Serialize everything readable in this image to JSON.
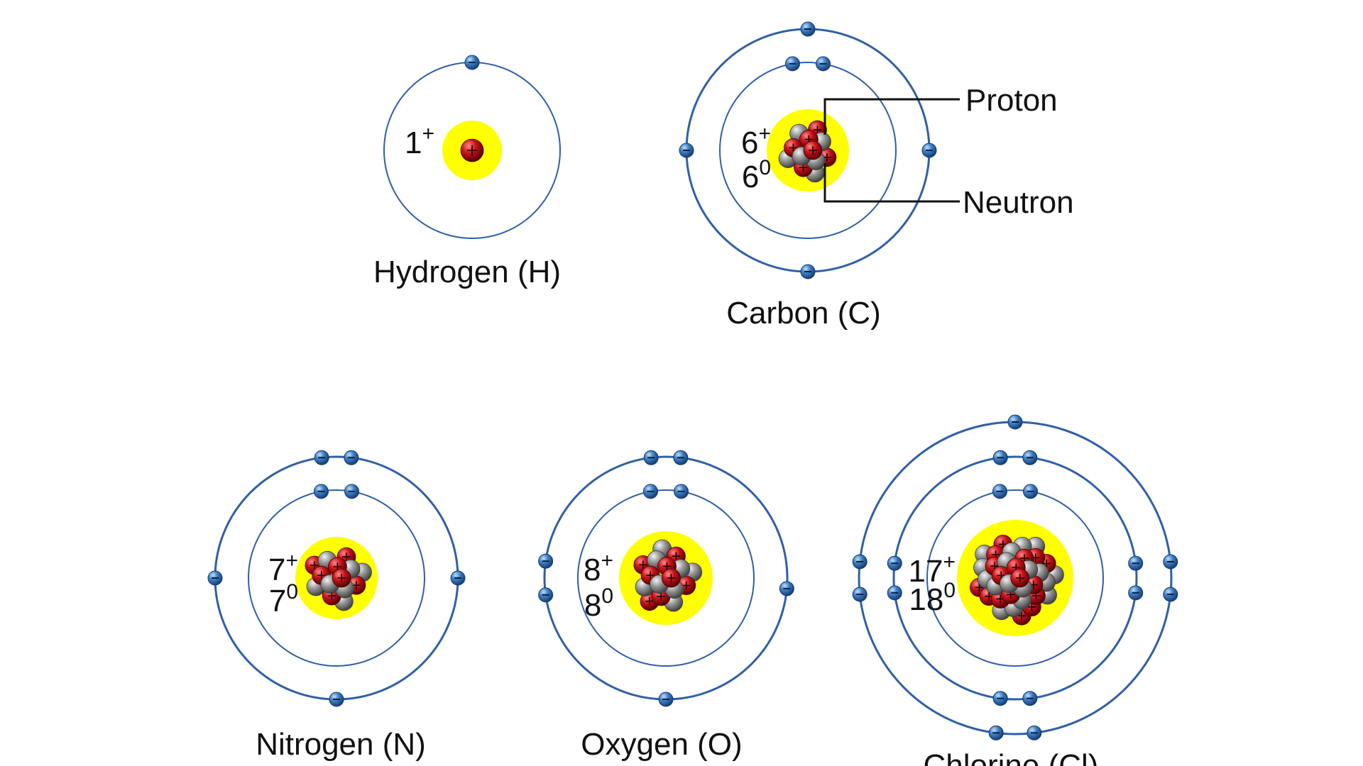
{
  "atoms": [
    {
      "id": "hydrogen",
      "name": "Hydrogen (H)",
      "protons": "1",
      "neutrons": "",
      "shells": [
        1
      ],
      "proton_count": 1,
      "neutron_count": 0
    },
    {
      "id": "carbon",
      "name": "Carbon (C)",
      "protons": "6",
      "neutrons": "6",
      "shells": [
        2,
        4
      ],
      "proton_count": 6,
      "neutron_count": 6
    },
    {
      "id": "nitrogen",
      "name": "Nitrogen (N)",
      "protons": "7",
      "neutrons": "7",
      "shells": [
        2,
        5
      ],
      "proton_count": 7,
      "neutron_count": 7
    },
    {
      "id": "oxygen",
      "name": "Oxygen (O)",
      "protons": "8",
      "neutrons": "8",
      "shells": [
        2,
        6
      ],
      "proton_count": 8,
      "neutron_count": 8
    },
    {
      "id": "chlorine",
      "name": "Chlorine (Cl)",
      "protons": "17",
      "neutrons": "18",
      "shells": [
        2,
        8,
        7
      ],
      "proton_count": 17,
      "neutron_count": 18
    }
  ],
  "charge_symbols": {
    "positive": "+",
    "neutral": "0",
    "electron": "−"
  },
  "callouts": {
    "proton": "Proton",
    "neutron": "Neutron"
  },
  "colors": {
    "orbit": "#2f5fa8",
    "electron": "#3d7fc4",
    "nucleus_halo": "#ffff00",
    "proton": "#c8141a",
    "neutron": "#9a9a9a",
    "background": "#ffffff"
  }
}
